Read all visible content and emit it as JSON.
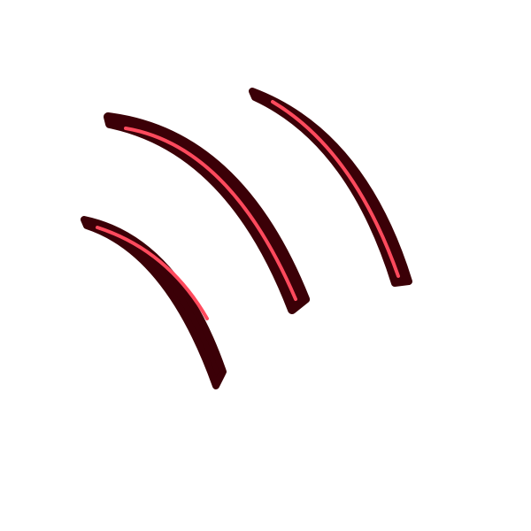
{
  "scene": {
    "description_hidden": "",
    "colors": {
      "background": "#ffffff",
      "outline": "#3b0007",
      "highlight": "#ff4a5d"
    },
    "elements": [
      {
        "name": "claw-mark-left",
        "icon": "claw-slash"
      },
      {
        "name": "claw-mark-middle",
        "icon": "claw-slash"
      },
      {
        "name": "claw-mark-right",
        "icon": "claw-slash"
      }
    ]
  }
}
